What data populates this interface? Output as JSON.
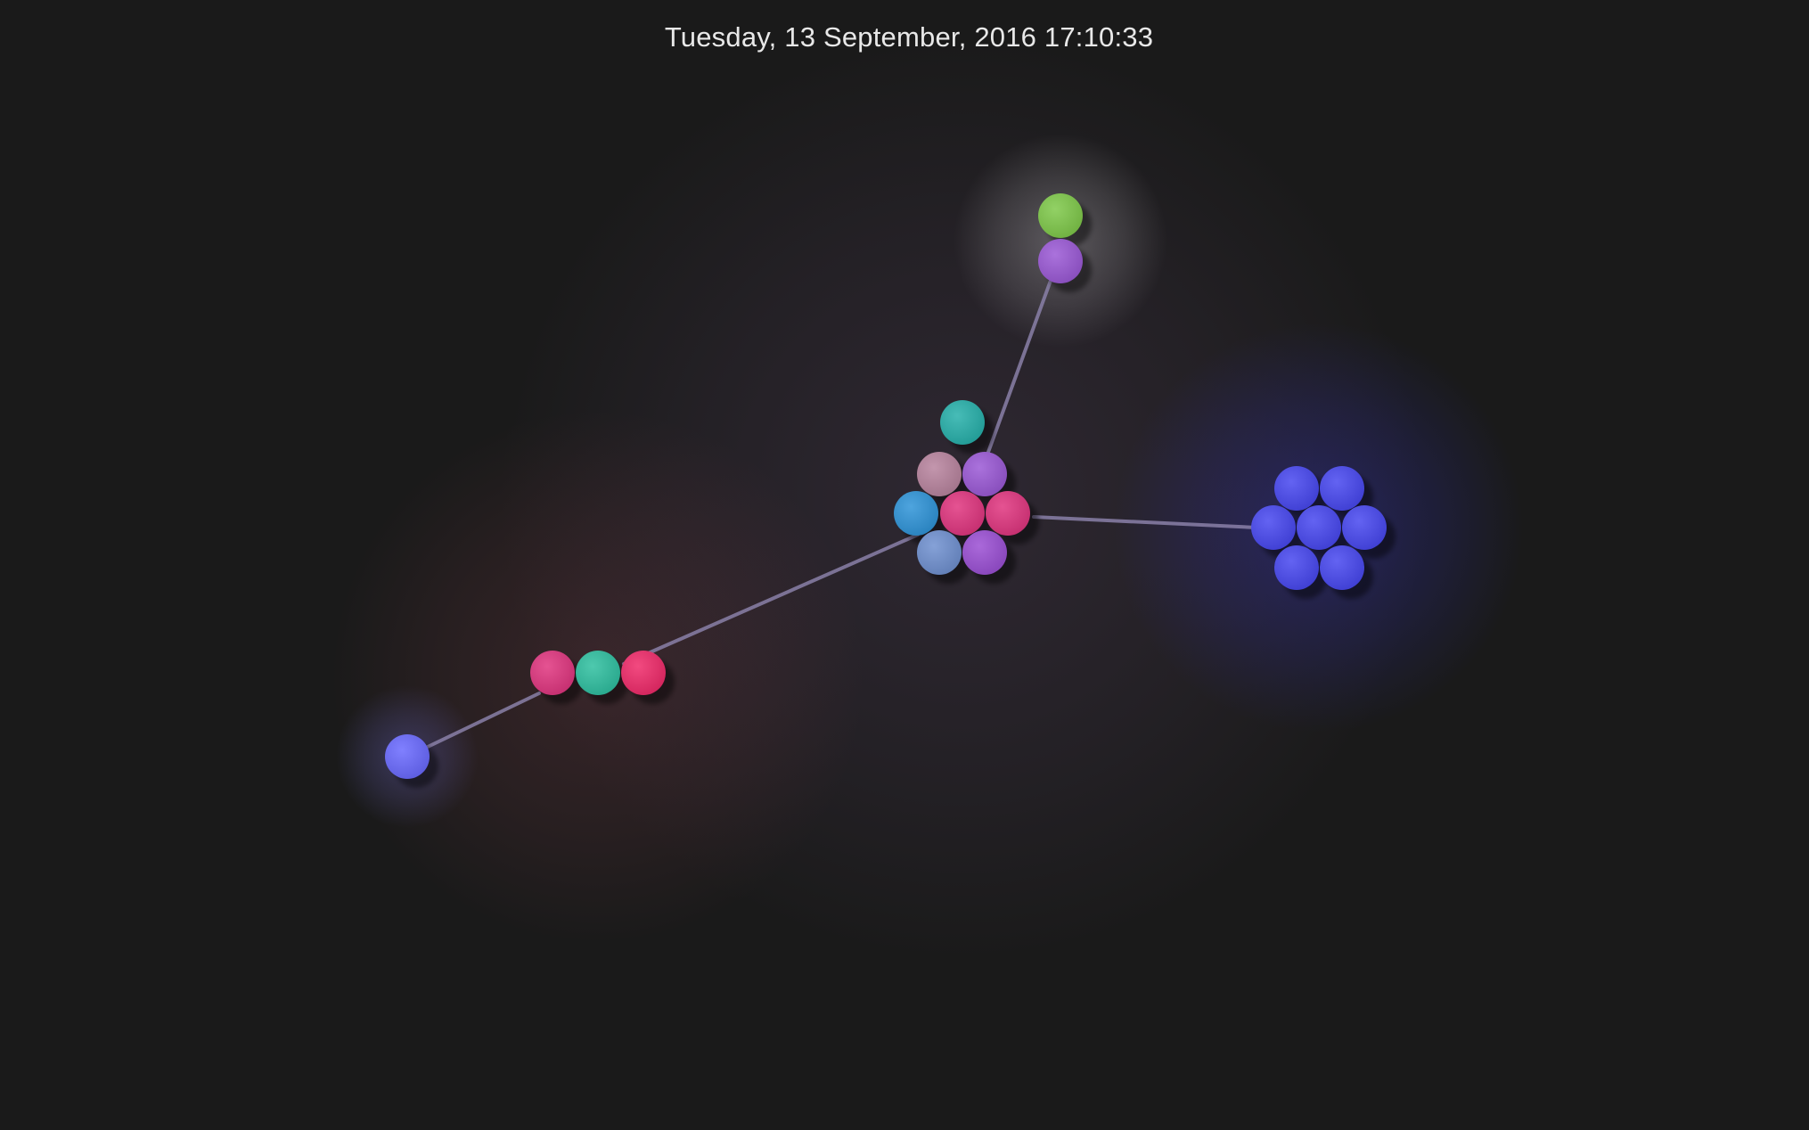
{
  "header": {
    "timestamp": "Tuesday, 13 September, 2016 17:10:33"
  },
  "colors": {
    "background": "#1a1a1a",
    "text": "#e8e8e8",
    "link": "#8a80a8"
  },
  "clusters": [
    {
      "id": "top-right-pair",
      "glow": "#ffffff",
      "nodes": [
        {
          "color": "#7fc94a"
        },
        {
          "color": "#9b59d6"
        }
      ]
    },
    {
      "id": "center-hub",
      "glow": "#7a5a8a",
      "nodes": [
        {
          "color": "#27b0aa"
        },
        {
          "color": "#b8849e"
        },
        {
          "color": "#9b59d6"
        },
        {
          "color": "#2f94d8"
        },
        {
          "color": "#e0357f"
        },
        {
          "color": "#e0357f"
        },
        {
          "color": "#6f90d0"
        },
        {
          "color": "#9b4fd4"
        }
      ]
    },
    {
      "id": "blue-cluster",
      "glow": "#3a3aff",
      "nodes": [
        {
          "color": "#4848f0"
        },
        {
          "color": "#4848f0"
        },
        {
          "color": "#4848f0"
        },
        {
          "color": "#4848f0"
        },
        {
          "color": "#4848f0"
        },
        {
          "color": "#4848f0"
        },
        {
          "color": "#4848f0"
        }
      ]
    },
    {
      "id": "middle-trio",
      "glow": "#a04a5a",
      "nodes": [
        {
          "color": "#e0357f"
        },
        {
          "color": "#2fbfa0"
        },
        {
          "color": "#f02a6a"
        }
      ]
    },
    {
      "id": "left-single",
      "glow": "#8080ff",
      "nodes": [
        {
          "color": "#6a6aff"
        }
      ]
    }
  ],
  "links": [
    {
      "from": "top-right-pair",
      "to": "center-hub"
    },
    {
      "from": "center-hub",
      "to": "blue-cluster"
    },
    {
      "from": "center-hub",
      "to": "middle-trio"
    },
    {
      "from": "middle-trio",
      "to": "left-single"
    }
  ]
}
